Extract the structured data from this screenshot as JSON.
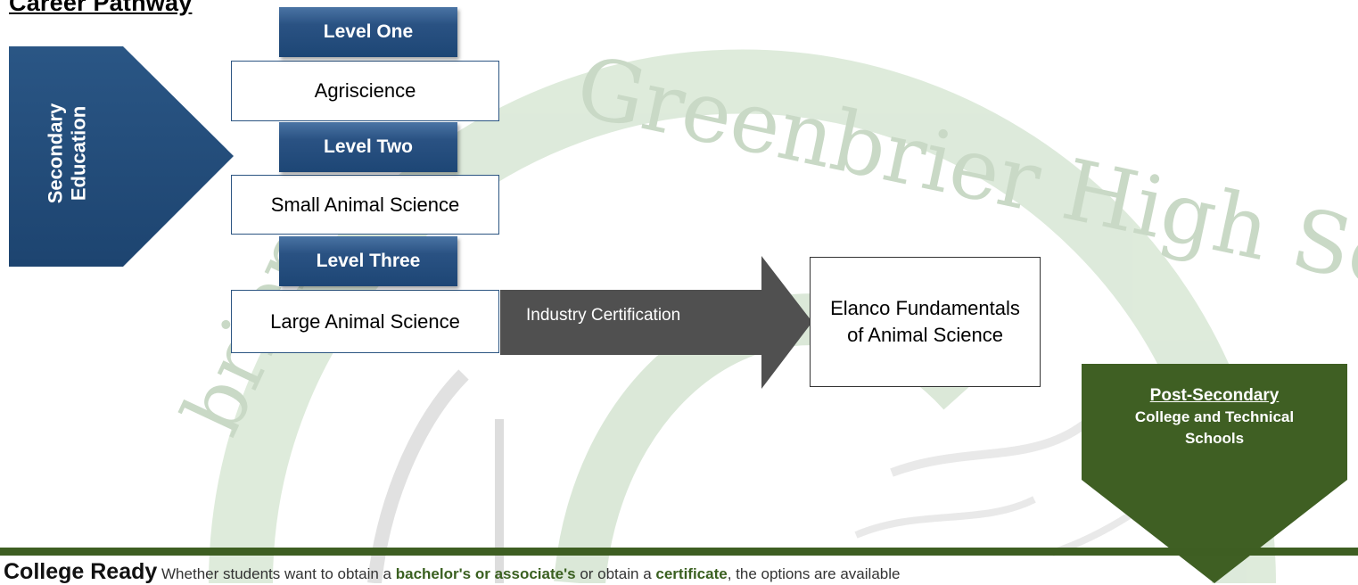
{
  "title": "Career Pathway",
  "watermark": {
    "text": "Greenbrier High School"
  },
  "secondary": {
    "line1": "Secondary",
    "line2": "Education"
  },
  "levels": [
    {
      "label": "Level One",
      "course": "Agriscience"
    },
    {
      "label": "Level Two",
      "course": "Small Animal Science"
    },
    {
      "label": "Level Three",
      "course": "Large Animal Science"
    }
  ],
  "certification": {
    "arrow_label": "Industry Certification",
    "name": "Elanco Fundamentals of Animal Science"
  },
  "post_secondary": {
    "title": "Post-Secondary",
    "line1": "College and Technical",
    "line2": "Schools"
  },
  "bottom": {
    "heading": "College Ready",
    "text1": "Whether students want to obtain a",
    "kw1": "bachelor's",
    "kw1_joint": "or",
    "kw2": "associate's",
    "text2": "or obtain a",
    "kw3": "certificate",
    "text3": ", the options are available"
  },
  "colors": {
    "navy": "#1e4672",
    "dark_green": "#3e5e22",
    "dark_gray": "#505050",
    "watermark_green": "#cfe2cc"
  }
}
